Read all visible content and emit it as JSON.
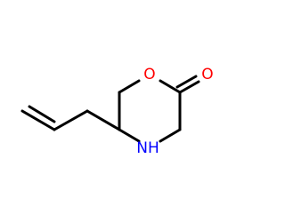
{
  "molecule": {
    "atoms": {
      "ring_oxygen": {
        "label": "O",
        "color": "#ff0000"
      },
      "carbonyl_oxygen": {
        "label": "O",
        "color": "#ff0000"
      },
      "ring_nitrogen": {
        "label": "NH",
        "color": "#0000ff"
      }
    },
    "bond_color": "#000000"
  }
}
